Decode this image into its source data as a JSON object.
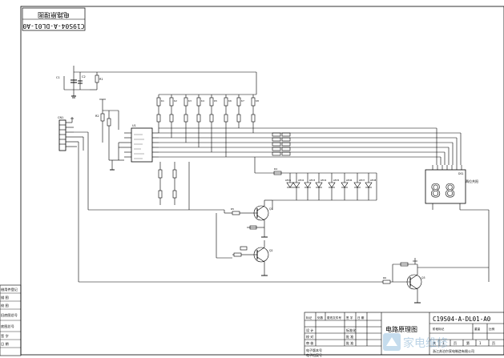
{
  "drawing": {
    "title_mirrored": "C19S04-A-DL01-A0",
    "title_cn_mirrored": "电路原理图"
  },
  "left_strip": {
    "rows": [
      "借用件登记",
      "描 图",
      "校 图",
      "旧底图总号",
      "底图总号",
      "签 字",
      "日 期"
    ]
  },
  "title_block": {
    "drawing_number": "C19S04-A-DL01-A0",
    "drawing_name": "电路原理图",
    "mark_headers": [
      "标记",
      "处数",
      "更改文件号",
      "签 字",
      "日 期"
    ],
    "roles": [
      "设 计",
      "校 对",
      "审 核"
    ],
    "roles_right": [
      "标准化",
      "批 准",
      "批 准"
    ],
    "stage_headers": [
      "阶段标记",
      "重量",
      "比例"
    ],
    "sheet_text": [
      "共",
      "1",
      "页",
      "第",
      "1",
      "页"
    ],
    "company": "浙江苏泊尔家电制造有限公司",
    "electronic_version": "电子版本号",
    "file_number": "电子档案号"
  },
  "schematic": {
    "display_label": "两位共阳",
    "display_part": "DS1",
    "display_digits": [
      "8",
      "8"
    ],
    "ic_label": "U1",
    "led_labels": [
      "LED1",
      "LED2",
      "LED3",
      "LED4",
      "LED5",
      "LED6",
      "LED7",
      "LED8"
    ],
    "switch_labels": [
      "K1",
      "K2",
      "K3",
      "K4",
      "K5",
      "K6",
      "K7",
      "K8"
    ],
    "transistors": [
      "Q1",
      "Q2",
      "Q3"
    ],
    "connector": "CN1",
    "capacitors": [
      "C1",
      "C2"
    ],
    "resistors": [
      "R1",
      "R2",
      "R3",
      "R4",
      "R5",
      "R6"
    ]
  },
  "watermark": {
    "text": "家电维修"
  }
}
